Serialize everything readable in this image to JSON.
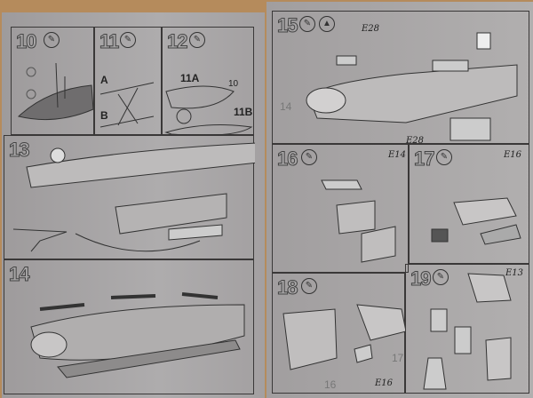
{
  "left_page": {
    "steps": [
      {
        "number": "10"
      },
      {
        "number": "11",
        "labels": [
          "A",
          "B"
        ]
      },
      {
        "number": "12",
        "labels": [
          "11A",
          "11B",
          "10"
        ]
      },
      {
        "number": "13"
      },
      {
        "number": "14"
      }
    ]
  },
  "right_page": {
    "steps": [
      {
        "number": "15",
        "labels": [
          "14"
        ],
        "notes": [
          "E28",
          "E28"
        ]
      },
      {
        "number": "16",
        "notes": [
          "E14"
        ]
      },
      {
        "number": "17",
        "notes": [
          "E16"
        ]
      },
      {
        "number": "18",
        "labels": [
          "16",
          "17"
        ],
        "notes": [
          "E16"
        ]
      },
      {
        "number": "19",
        "notes": [
          "E13"
        ]
      }
    ]
  },
  "colors": {
    "paper": "#a9a7a8",
    "wood": "#b58b5c",
    "ink": "#3a3838"
  }
}
